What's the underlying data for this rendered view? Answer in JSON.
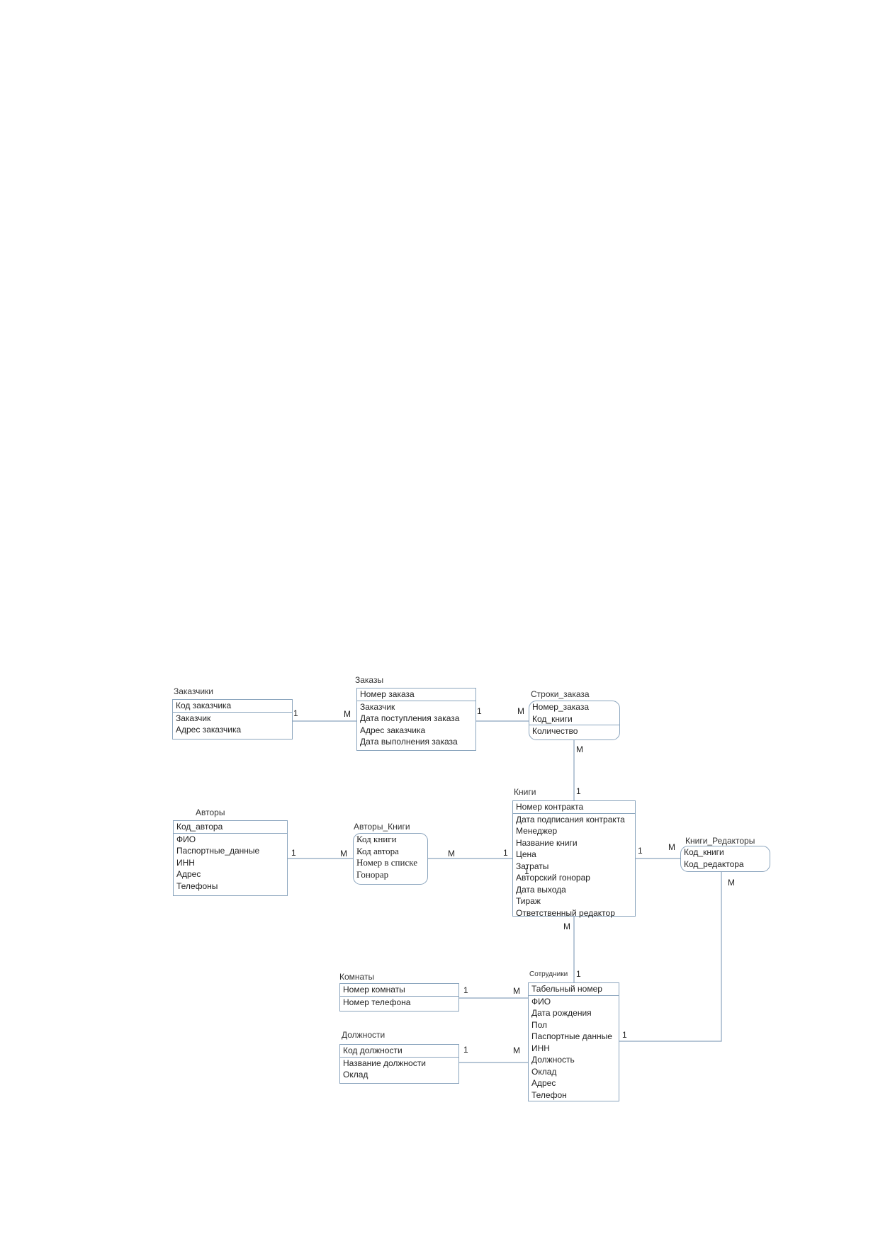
{
  "entities": {
    "zakazchiki": {
      "title": "Заказчики",
      "key": [
        "Код заказчика"
      ],
      "attrs": [
        "Заказчик",
        "Адрес заказчика"
      ]
    },
    "zakazy": {
      "title": "Заказы",
      "key": [
        "Номер заказа"
      ],
      "attrs": [
        "Заказчик",
        "Дата поступления заказа",
        "Адрес заказчика",
        "Дата выполнения заказа"
      ]
    },
    "stroki": {
      "title": "Строки_заказа",
      "key": [
        "Номер_заказа",
        "Код_книги"
      ],
      "attrs": [
        "Количество"
      ]
    },
    "knigi": {
      "title": "Книги",
      "key": [
        "Номер контракта"
      ],
      "attrs": [
        "Дата подписания контракта",
        "Менеджер",
        "Название книги",
        "Цена",
        "Затраты",
        "Авторский гонорар",
        "Дата выхода",
        "Тираж",
        "Ответственный редактор"
      ]
    },
    "avtory": {
      "title": "Авторы",
      "key": [
        "Код_автора"
      ],
      "attrs": [
        "ФИО",
        "Паспортные_данные",
        "ИНН",
        "Адрес",
        "Телефоны"
      ]
    },
    "avtory_knigi": {
      "title": "Авторы_Книги",
      "key": [],
      "attrs": [
        "Код книги",
        "Код автора",
        "Номер в списке",
        "Гонорар"
      ]
    },
    "knigi_redaktory": {
      "title": "Книги_Редакторы",
      "key": [],
      "attrs": [
        "Код_книги",
        "Код_редактора"
      ]
    },
    "komnaty": {
      "title": "Комнаты",
      "key": [
        "Номер комнаты"
      ],
      "attrs": [
        "Номер телефона"
      ]
    },
    "dolzhnosti": {
      "title": "Должности",
      "key": [
        "Код должности"
      ],
      "attrs": [
        "Название должности",
        "Оклад"
      ]
    },
    "sotrudniki": {
      "title": "Сотрудники",
      "key": [
        "Табельный номер"
      ],
      "attrs": [
        "ФИО",
        "Дата рождения",
        "Пол",
        "Паспортные данные",
        "ИНН",
        "Должность",
        "Оклад",
        "Адрес",
        "Телефон"
      ]
    }
  },
  "cardinalities": {
    "c1": "1",
    "c2": "M",
    "c3": "1",
    "c4": "M",
    "c5": "M",
    "c6": "1",
    "c7": "1",
    "c8": "M",
    "c9": "M",
    "c10": "1",
    "c11": "1",
    "c12": "M",
    "c13": "M",
    "c14": "M",
    "c15": "1",
    "c16": "1",
    "c17": "M",
    "c18": "1",
    "c19": "M",
    "c20": "1",
    "c21": "1"
  },
  "colors": {
    "line": "#8aa4bd"
  }
}
